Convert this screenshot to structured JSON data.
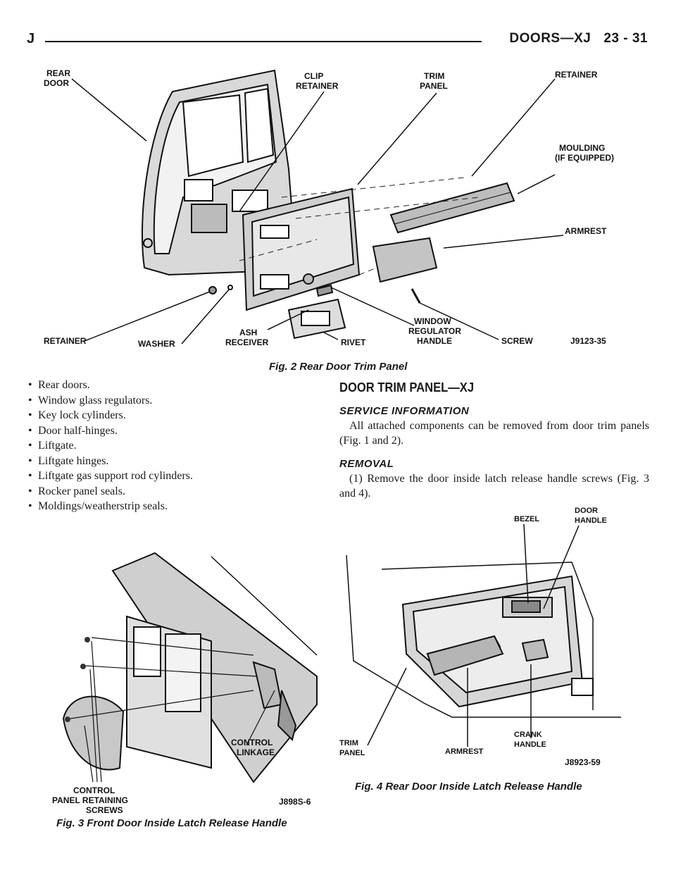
{
  "header": {
    "left": "J",
    "section": "DOORS—XJ",
    "page": "23 - 31"
  },
  "fig2": {
    "caption": "Fig. 2 Rear Door Trim Panel",
    "code": "J9123-35",
    "labels": {
      "rear_door_1": "REAR",
      "rear_door_2": "DOOR",
      "clip_retainer_1": "CLIP",
      "clip_retainer_2": "RETAINER",
      "trim_panel_1": "TRIM",
      "trim_panel_2": "PANEL",
      "retainer_top": "RETAINER",
      "moulding_1": "MOULDING",
      "moulding_2": "(IF EQUIPPED)",
      "armrest": "ARMREST",
      "retainer_bottom": "RETAINER",
      "washer": "WASHER",
      "ash_receiver_1": "ASH",
      "ash_receiver_2": "RECEIVER",
      "rivet": "RIVET",
      "window_1": "WINDOW",
      "window_2": "REGULATOR",
      "window_3": "HANDLE",
      "screw": "SCREW"
    }
  },
  "bullets": [
    "Rear doors.",
    "Window glass regulators.",
    "Key lock cylinders.",
    "Door half-hinges.",
    "Liftgate.",
    "Liftgate hinges.",
    "Liftgate gas support rod cylinders.",
    "Rocker panel seals.",
    "Moldings/weatherstrip seals."
  ],
  "bullet_glyph": "•",
  "section": {
    "title": "DOOR TRIM PANEL—XJ",
    "service_title": "SERVICE INFORMATION",
    "service_text": "All attached components can be removed from door trim panels (Fig. 1 and 2).",
    "removal_title": "REMOVAL",
    "removal_text": "(1) Remove the door inside latch release handle screws (Fig. 3 and 4)."
  },
  "fig3": {
    "caption": "Fig. 3 Front Door Inside Latch Release Handle",
    "code": "J898S-6",
    "labels": {
      "control_1": "CONTROL",
      "control_2": "LINKAGE",
      "screws_1": "CONTROL",
      "screws_2": "PANEL RETAINING",
      "screws_3": "SCREWS"
    }
  },
  "fig4": {
    "caption": "Fig. 4 Rear Door Inside Latch Release Handle",
    "code": "J8923-59",
    "labels": {
      "bezel": "BEZEL",
      "door_handle_1": "DOOR",
      "door_handle_2": "HANDLE",
      "trim_1": "TRIM",
      "trim_2": "PANEL",
      "armrest": "ARMREST",
      "crank_1": "CRANK",
      "crank_2": "HANDLE"
    }
  }
}
